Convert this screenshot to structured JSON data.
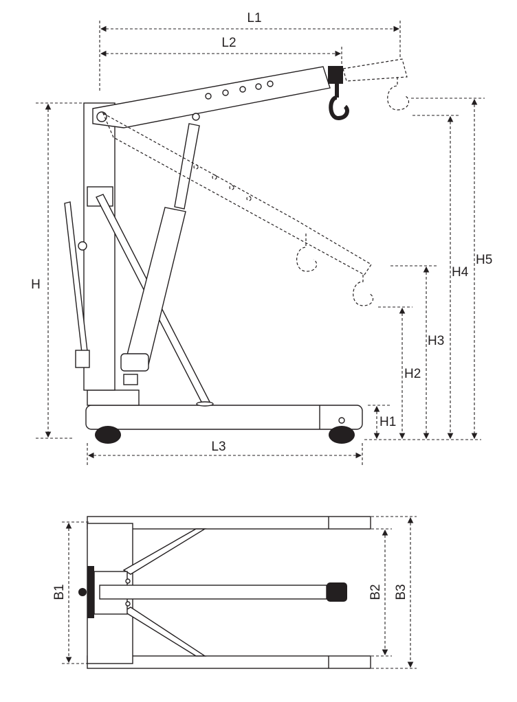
{
  "labels": {
    "L1": "L1",
    "L2": "L2",
    "L3": "L3",
    "H": "H",
    "H1": "H1",
    "H2": "H2",
    "H3": "H3",
    "H4": "H4",
    "H5": "H5",
    "B1": "B1",
    "B2": "B2",
    "B3": "B3"
  },
  "colors": {
    "line": "#231f20",
    "background": "#ffffff"
  }
}
